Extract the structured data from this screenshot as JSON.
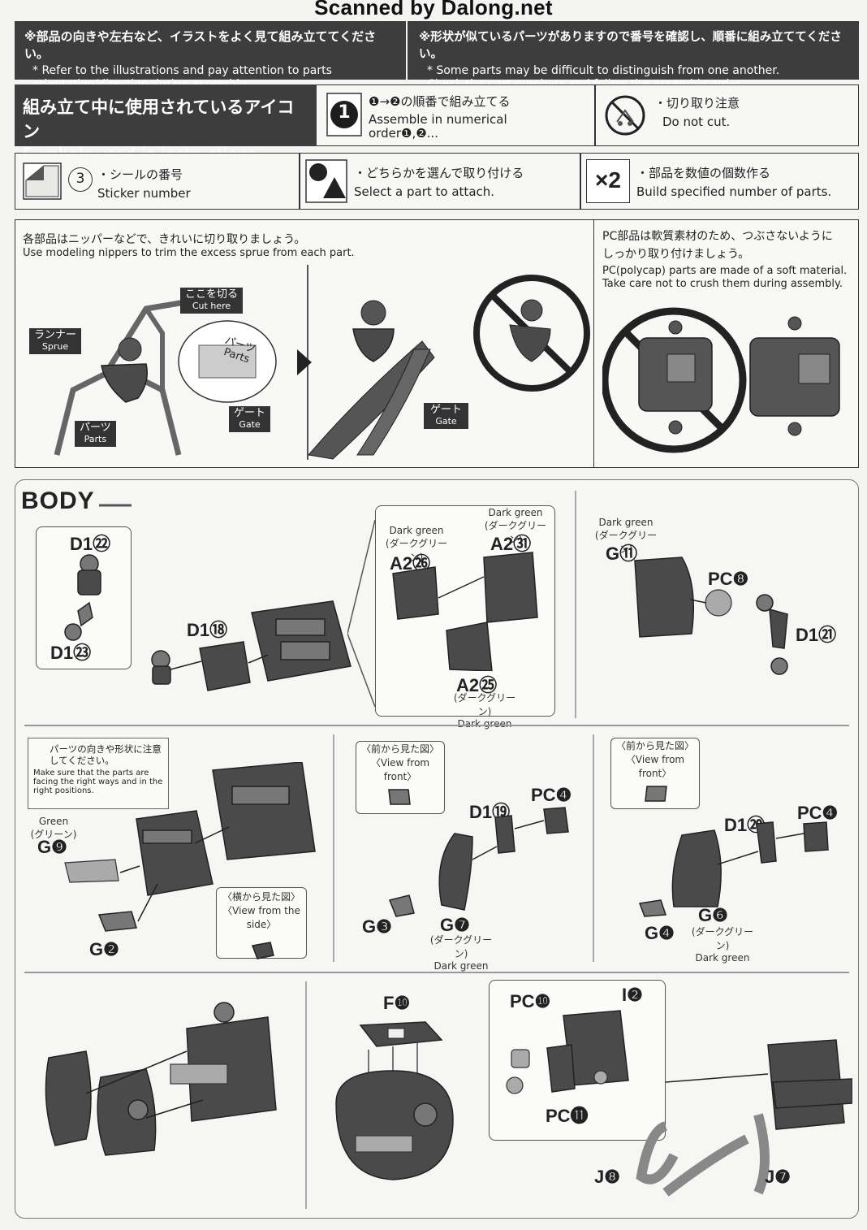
{
  "watermark": "Scanned by Dalong.net",
  "header": {
    "left_jp": "※部品の向きや左右など、イラストをよく見て組み立ててください。",
    "left_en": "* Refer to the illustrations and pay attention to parts\norientation/direction during assembly.",
    "right_jp": "※形状が似ているパーツがありますので番号を確認し、順番に組み立ててください。",
    "right_en": "* Some parts may be difficult to distinguish from one another.\nCheck the part numbers and follow the assembly order."
  },
  "symbols": {
    "title_jp": "組み立て中に使用されているアイコン",
    "title_en": "Symbols used in instructions",
    "order_badge": "1",
    "order_jp": "❶→❷の順番で組み立てる",
    "order_en": "Assemble in numerical order❶,❷...",
    "nocut_jp": "・切り取り注意",
    "nocut_en": "Do not cut.",
    "sticker_num": "3",
    "sticker_jp": "・シールの番号",
    "sticker_en": "Sticker number",
    "select_jp": "・どちらかを選んで取り付ける",
    "select_en": "Select a part to attach.",
    "build_badge": "×2",
    "build_jp": "・部品を数値の個数作る",
    "build_en": "Build specified number of parts."
  },
  "nippers": {
    "jp": "各部品はニッパーなどで、きれいに切り取りましょう。",
    "en": "Use modeling nippers to trim the excess sprue from each part.",
    "sprue_jp": "ランナー",
    "sprue_en": "Sprue",
    "cut_jp": "ここを切る",
    "cut_en": "Cut here",
    "parts_jp": "パーツ",
    "parts_en": "Parts",
    "gate_jp": "ゲート",
    "gate_en": "Gate",
    "parts2_jp": "パーツ",
    "parts2_en": "Parts",
    "gate2_jp": "ゲート",
    "gate2_en": "Gate"
  },
  "pc_note": {
    "jp": "PC部品は軟質素材のため、つぶさないように\nしっかり取り付けましょう。",
    "en": "PC(polycap) parts are made of a soft material.\nTake care not to crush them during assembly."
  },
  "body": {
    "title": "BODY",
    "d1_22": "D1㉒",
    "d1_23": "D1㉓",
    "d1_18": "D1⑱",
    "a2_26": "A2㉖",
    "a2_26_color": "Dark green\n(ダークグリーン)",
    "a2_31": "A2㉛",
    "a2_31_color": "Dark green\n(ダークグリーン)",
    "a2_25": "A2㉕",
    "a2_25_color": "(ダークグリーン)\nDark green",
    "g11": "G⑪",
    "g11_color": "Dark green\n(ダークグリーン)",
    "pc8": "PC❽",
    "d1_21": "D1㉑",
    "note_jp": "パーツの向きや形状に注意してください。",
    "note_en": "Make sure that the parts are facing the right ways and in the right positions.",
    "g9": "G❾",
    "g9_color": "Green\n(グリーン)",
    "g2": "G❷",
    "side_view_jp": "〈横から見た図〉",
    "side_view_en": "〈View from the side〉",
    "front_view_jp1": "〈前から見た図〉",
    "front_view_en1": "〈View from front〉",
    "d1_19": "D1⑲",
    "pc4a": "PC❹",
    "g3": "G❸",
    "g7": "G❼",
    "g7_color": "(ダークグリーン)\nDark green",
    "front_view_jp2": "〈前から見た図〉",
    "front_view_en2": "〈View from front〉",
    "d1_20": "D1⑳",
    "pc4b": "PC❹",
    "g4": "G❹",
    "g6": "G❻",
    "g6_color": "(ダークグリーン)\nDark green",
    "f10": "F❿",
    "pc10": "PC❿",
    "i2": "I❷",
    "pc11": "PC⓫",
    "j8": "J❽",
    "j7": "J❼"
  }
}
